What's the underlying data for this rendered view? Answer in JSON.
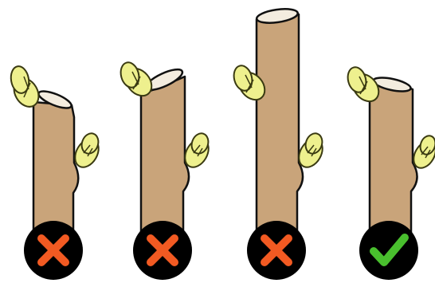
{
  "colors": {
    "background": "#ffffff",
    "stem": "#c9a47a",
    "stem_outline": "#111111",
    "cut_face": "#f3ecdf",
    "bud": "#eef08e",
    "bud_outline": "#3a3a12",
    "badge": "#000000",
    "wrong_mark": "#f25a22",
    "right_mark": "#49bf2e"
  },
  "panels": [
    {
      "id": "cut-1",
      "verdict": "wrong",
      "icon": "cross-icon"
    },
    {
      "id": "cut-2",
      "verdict": "wrong",
      "icon": "cross-icon"
    },
    {
      "id": "cut-3",
      "verdict": "wrong",
      "icon": "cross-icon"
    },
    {
      "id": "cut-4",
      "verdict": "correct",
      "icon": "check-icon"
    }
  ]
}
